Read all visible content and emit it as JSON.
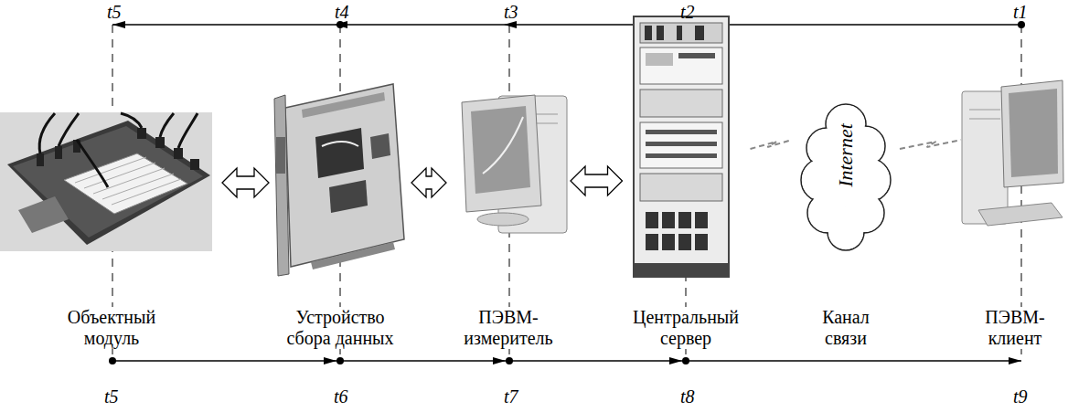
{
  "diagram": {
    "nodes": [
      {
        "text": [
          "Объектный модуль"
        ]
      },
      {
        "text": [
          "Устройство сбора данных"
        ]
      },
      {
        "text": [
          "ПЭВМ-измеритель"
        ]
      },
      {
        "text": [
          "Центральный сервер"
        ]
      },
      {
        "text": [
          "Internet",
          "Канал связи"
        ]
      },
      {
        "text": [
          "ПЭВМ-клиент"
        ]
      }
    ],
    "edges": [
      {
        "from": 0,
        "to": 1,
        "arrow": "both"
      },
      {
        "from": 1,
        "to": 2,
        "arrow": "both"
      },
      {
        "from": 2,
        "to": 3,
        "arrow": "both"
      },
      {
        "from": 3,
        "to": 4,
        "arrow": "none"
      },
      {
        "from": 4,
        "to": 5,
        "arrow": "none"
      }
    ],
    "labels": [
      "t5",
      "t4",
      "t3",
      "t2",
      "t1",
      "t5",
      "t6",
      "t7",
      "t8",
      "t9"
    ]
  }
}
